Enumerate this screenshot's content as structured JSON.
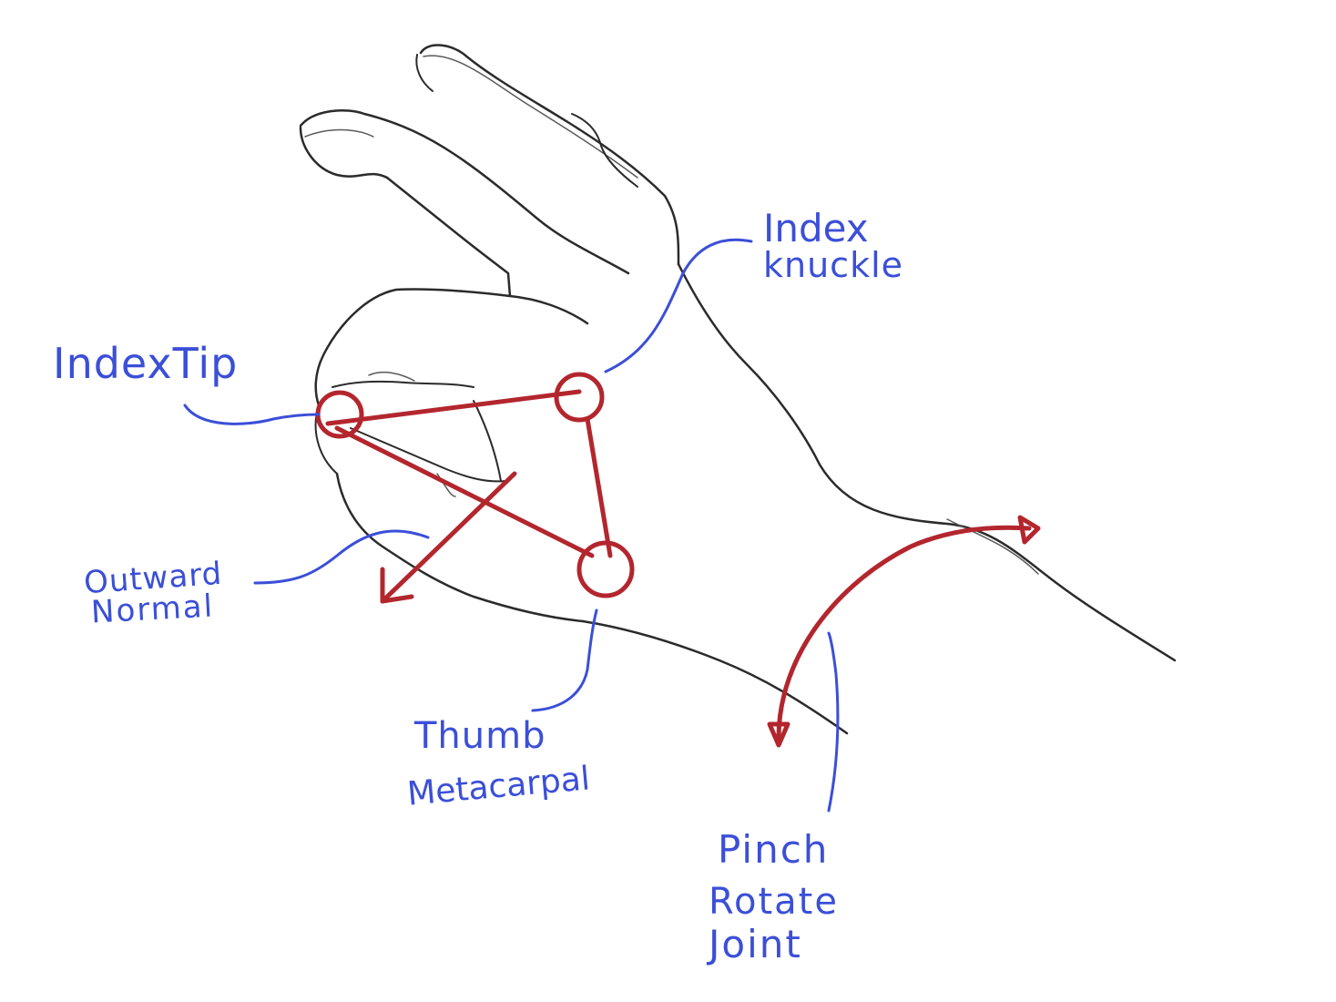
{
  "colors": {
    "pencil": "#2b2b2b",
    "annotation": "#b3262e",
    "label": "#3b4fd8",
    "background": "#ffffff"
  },
  "labels": {
    "index_tip": "IndexTip",
    "index_knuckle_line1": "Index",
    "index_knuckle_line2": "knuckle",
    "outward_normal_line1": "Outward",
    "outward_normal_line2": "Normal",
    "thumb_metacarpal_line1": "Thumb",
    "thumb_metacarpal_line2": "Metacarpal",
    "pinch_rotate_joint_line1": "Pinch",
    "pinch_rotate_joint_line2": "Rotate",
    "pinch_rotate_joint_line3": "Joint"
  }
}
